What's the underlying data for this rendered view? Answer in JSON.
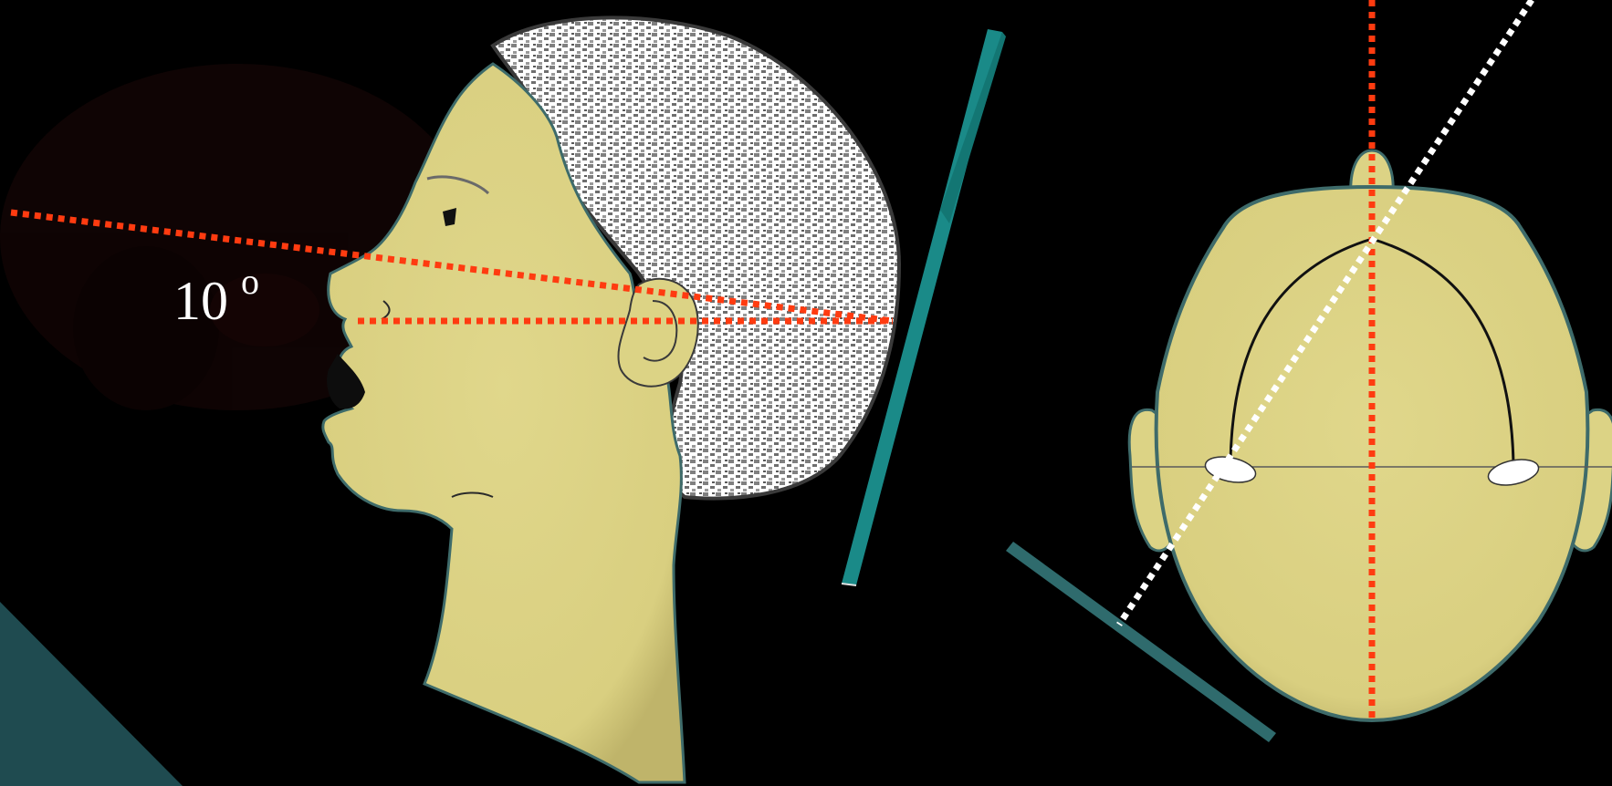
{
  "angle_label": {
    "value": "10",
    "unit_symbol": "o"
  },
  "colors": {
    "background": "#000000",
    "skin": "#dcd385",
    "skin_outline": "#4a7d7a",
    "hair_light": "#ffffff",
    "hair_dark": "#7a7a7a",
    "red_guide": "#ff3b10",
    "white_guide": "#ffffff",
    "film_plate": "#1a8a88",
    "film_plate_dark": "#2f6b6d",
    "corner_accent": "#1f4b50"
  },
  "figures": {
    "side_view": "profile-head",
    "top_view": "top-down-head"
  }
}
